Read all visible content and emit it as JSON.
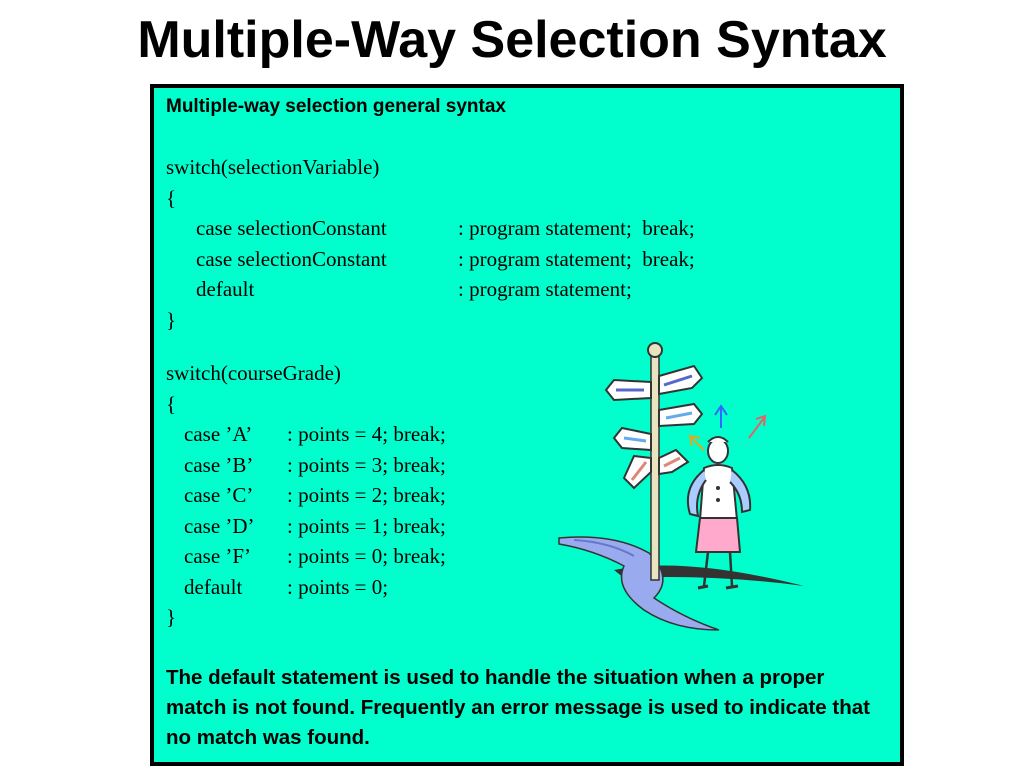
{
  "slide": {
    "title": "Multiple-Way Selection Syntax"
  },
  "box": {
    "heading": "Multiple-way selection general syntax",
    "general_syntax": {
      "open_line": "switch(selectionVariable)",
      "open_brace": "{",
      "rows": [
        {
          "label": "case selectionConstant",
          "stmt": ": program statement;  break;"
        },
        {
          "label": "case selectionConstant",
          "stmt": ": program statement;  break;"
        },
        {
          "label": "default",
          "stmt": ": program statement;"
        }
      ],
      "close_brace": "}"
    },
    "example": {
      "open_line": "switch(courseGrade)",
      "open_brace": "{",
      "rows": [
        {
          "label": "case ’A’",
          "stmt": ": points = 4; break;"
        },
        {
          "label": "case ’B’",
          "stmt": ": points = 3; break;"
        },
        {
          "label": "case ’C’",
          "stmt": ": points = 2; break;"
        },
        {
          "label": "case ’D’",
          "stmt": ": points = 1; break;"
        },
        {
          "label": "case ’F’",
          "stmt": ": points = 0; break;"
        },
        {
          "label": "default",
          "stmt": ": points = 0;"
        }
      ],
      "close_brace": "}"
    },
    "note": "The default statement is used to handle the situation when a proper match is not found.  Frequently an error message is used to indicate that no match was found."
  },
  "colors": {
    "box_background": "#00ffcc",
    "box_border": "#000000"
  },
  "clipart": {
    "icon": "person-at-signpost-icon"
  }
}
